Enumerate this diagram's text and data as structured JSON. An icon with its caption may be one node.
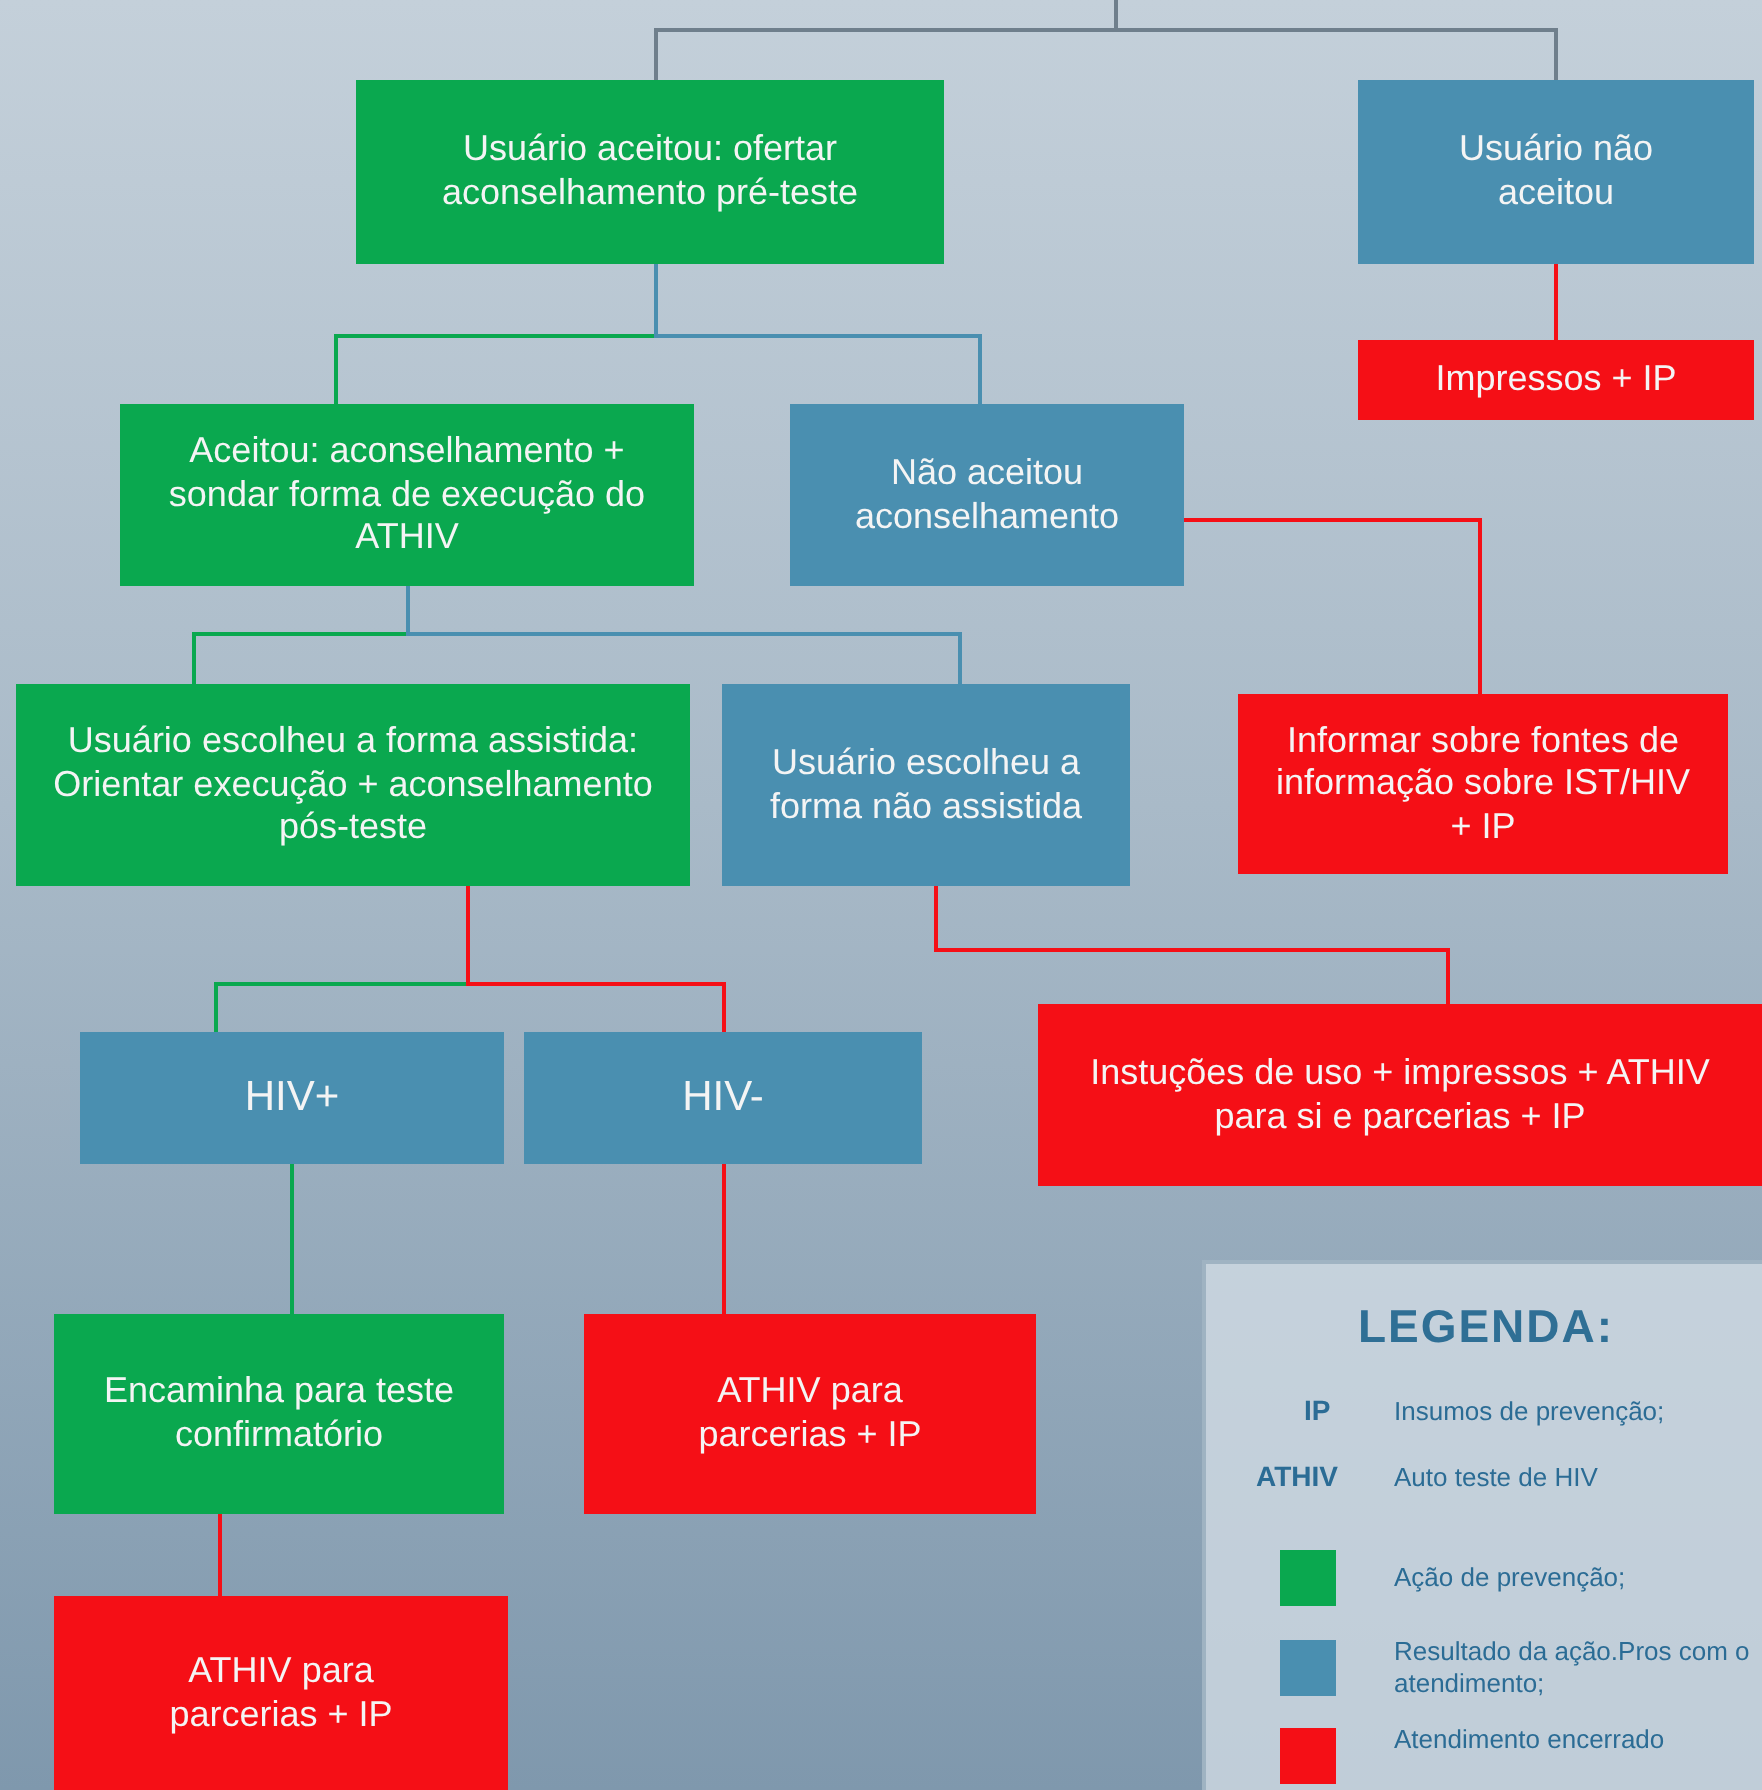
{
  "diagram": {
    "nodes": [
      {
        "text": [
          "Usuário aceitou: ofertar aconselhamento pré-teste"
        ]
      },
      {
        "text": [
          "Usuário não aceitou"
        ]
      },
      {
        "text": [
          "Impressos + IP"
        ]
      },
      {
        "text": [
          "Aceitou: aconselhamento + sondar forma de execução do ATHIV"
        ]
      },
      {
        "text": [
          "Não aceitou aconselhamento"
        ]
      },
      {
        "text": [
          "Usuário escolheu a forma assistida: Orientar execução + aconselhamento pós-teste"
        ]
      },
      {
        "text": [
          "Usuário escolheu a forma não assistida"
        ]
      },
      {
        "text": [
          "Informar sobre fontes de informação sobre IST/HIV + IP"
        ]
      },
      {
        "text": [
          "HIV+"
        ]
      },
      {
        "text": [
          "HIV-"
        ]
      },
      {
        "text": [
          "Instuções de uso + impressos + ATHIV para si e parcerias + IP"
        ]
      },
      {
        "text": [
          "Encaminha para teste confirmatório"
        ]
      },
      {
        "text": [
          "ATHIV para parcerias + IP"
        ]
      },
      {
        "text": [
          "ATHIV para parcerias + IP"
        ]
      }
    ],
    "edges": [
      {
        "from": null,
        "to": 0,
        "arrow": "none",
        "color": "#6f7f8c"
      },
      {
        "from": null,
        "to": 1,
        "arrow": "none",
        "color": "#6f7f8c"
      },
      {
        "from": 0,
        "to": 3,
        "arrow": "none",
        "color": "#0aa84f"
      },
      {
        "from": 0,
        "to": 4,
        "arrow": "none",
        "color": "#4a8fb0"
      },
      {
        "from": 1,
        "to": 2,
        "arrow": "none"
      },
      {
        "from": 3,
        "to": 5,
        "arrow": "none",
        "color": "#0aa84f"
      },
      {
        "from": 3,
        "to": 6,
        "arrow": "none",
        "color": "#4a8fb0"
      },
      {
        "from": 4,
        "to": 7,
        "arrow": "none"
      },
      {
        "from": 5,
        "to": 8,
        "arrow": "none",
        "color": "#0aa84f"
      },
      {
        "from": 5,
        "to": 9,
        "arrow": "none"
      },
      {
        "from": 6,
        "to": 10,
        "arrow": "none"
      },
      {
        "from": 8,
        "to": 11,
        "arrow": "none",
        "color": "#0aa84f"
      },
      {
        "from": 9,
        "to": 12,
        "arrow": "none"
      },
      {
        "from": 11,
        "to": 13,
        "arrow": "none"
      }
    ],
    "labels": [
      "LEGENDA:",
      "IP",
      "Insumos de prevenção;",
      "ATHIV",
      "Auto teste de HIV"
    ],
    "legend": [
      {
        "text": "Ação de prevenção;",
        "color": "#0aa84f"
      },
      {
        "text": "Resultado da ação.Pros com o atendimento;",
        "color": "#4a8fb0"
      },
      {
        "text": "Atendimento encerrado",
        "color": "#f50f16"
      }
    ]
  }
}
